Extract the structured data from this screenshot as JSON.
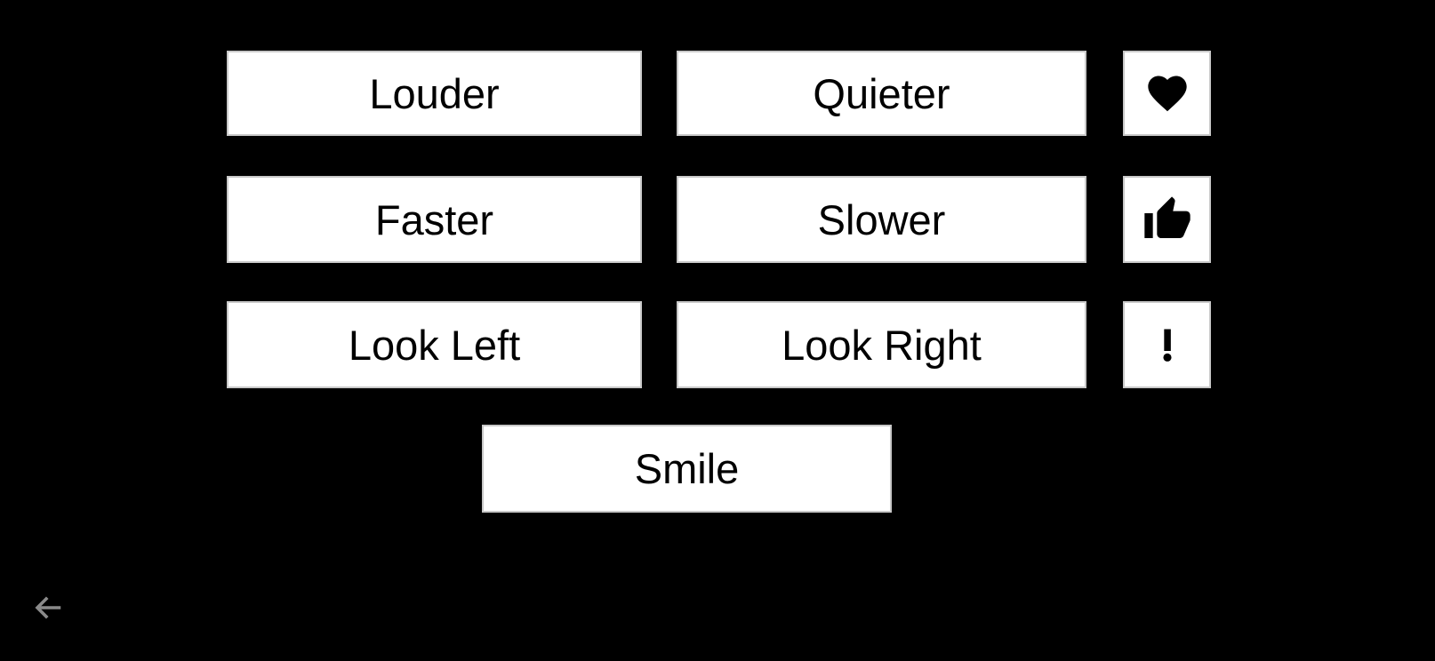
{
  "theme": {
    "background": "#000000",
    "button_background": "#ffffff",
    "button_border": "#c9c9c9",
    "button_text": "#000000",
    "back_arrow": "#8a8a8a"
  },
  "grid": {
    "rows": [
      {
        "left": {
          "label": "Louder"
        },
        "right": {
          "label": "Quieter"
        },
        "icon_button": {
          "icon": "heart-icon"
        }
      },
      {
        "left": {
          "label": "Faster"
        },
        "right": {
          "label": "Slower"
        },
        "icon_button": {
          "icon": "thumbs-up-icon"
        }
      },
      {
        "left": {
          "label": "Look Left"
        },
        "right": {
          "label": "Look Right"
        },
        "icon_button": {
          "icon": "exclamation-icon"
        }
      }
    ],
    "bottom": {
      "label": "Smile"
    }
  },
  "navigation": {
    "back_icon": "left-arrow-icon"
  }
}
